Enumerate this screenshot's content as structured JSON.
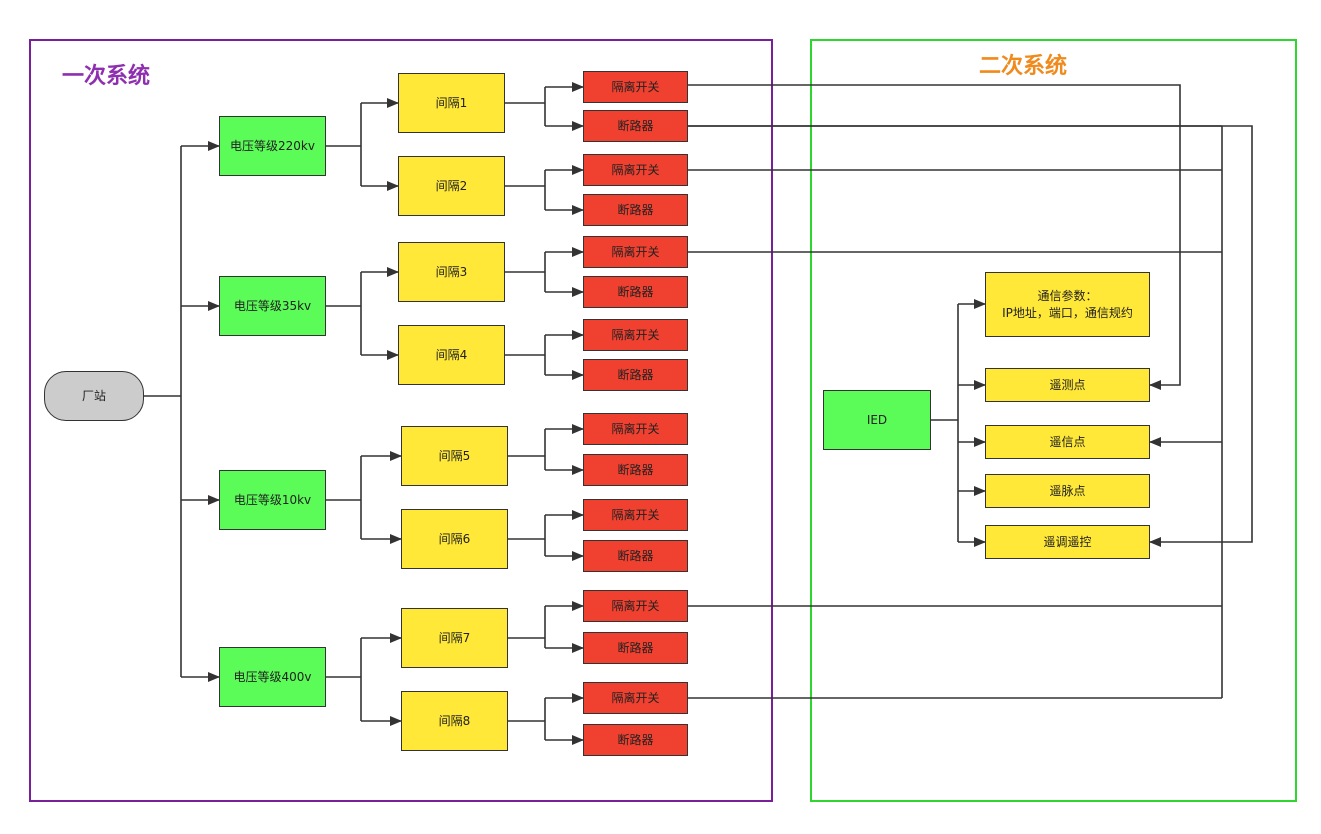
{
  "primary": {
    "title": "一次系统",
    "title_color": "#8e2fb0",
    "border_color": "#7a1f9a",
    "station": "厂站",
    "voltages": [
      {
        "label": "电压等级220kv",
        "bays": [
          "间隔1",
          "间隔2"
        ]
      },
      {
        "label": "电压等级35kv",
        "bays": [
          "间隔3",
          "间隔4"
        ]
      },
      {
        "label": "电压等级10kv",
        "bays": [
          "间隔5",
          "间隔6"
        ]
      },
      {
        "label": "电压等级400v",
        "bays": [
          "间隔7",
          "间隔8"
        ]
      }
    ],
    "isolator": "隔离开关",
    "breaker": "断路器"
  },
  "secondary": {
    "title": "二次系统",
    "title_color": "#f08a1c",
    "border_color": "#2fd62f",
    "ied": "IED",
    "comm_params": "通信参数：\nIP地址，端口，通信规约",
    "points": [
      "遥测点",
      "遥信点",
      "遥脉点",
      "遥调遥控"
    ]
  },
  "colors": {
    "green": "#5bfc58",
    "yellow": "#ffe838",
    "red": "#f04030",
    "gray": "#cccccc",
    "line": "#333333"
  }
}
